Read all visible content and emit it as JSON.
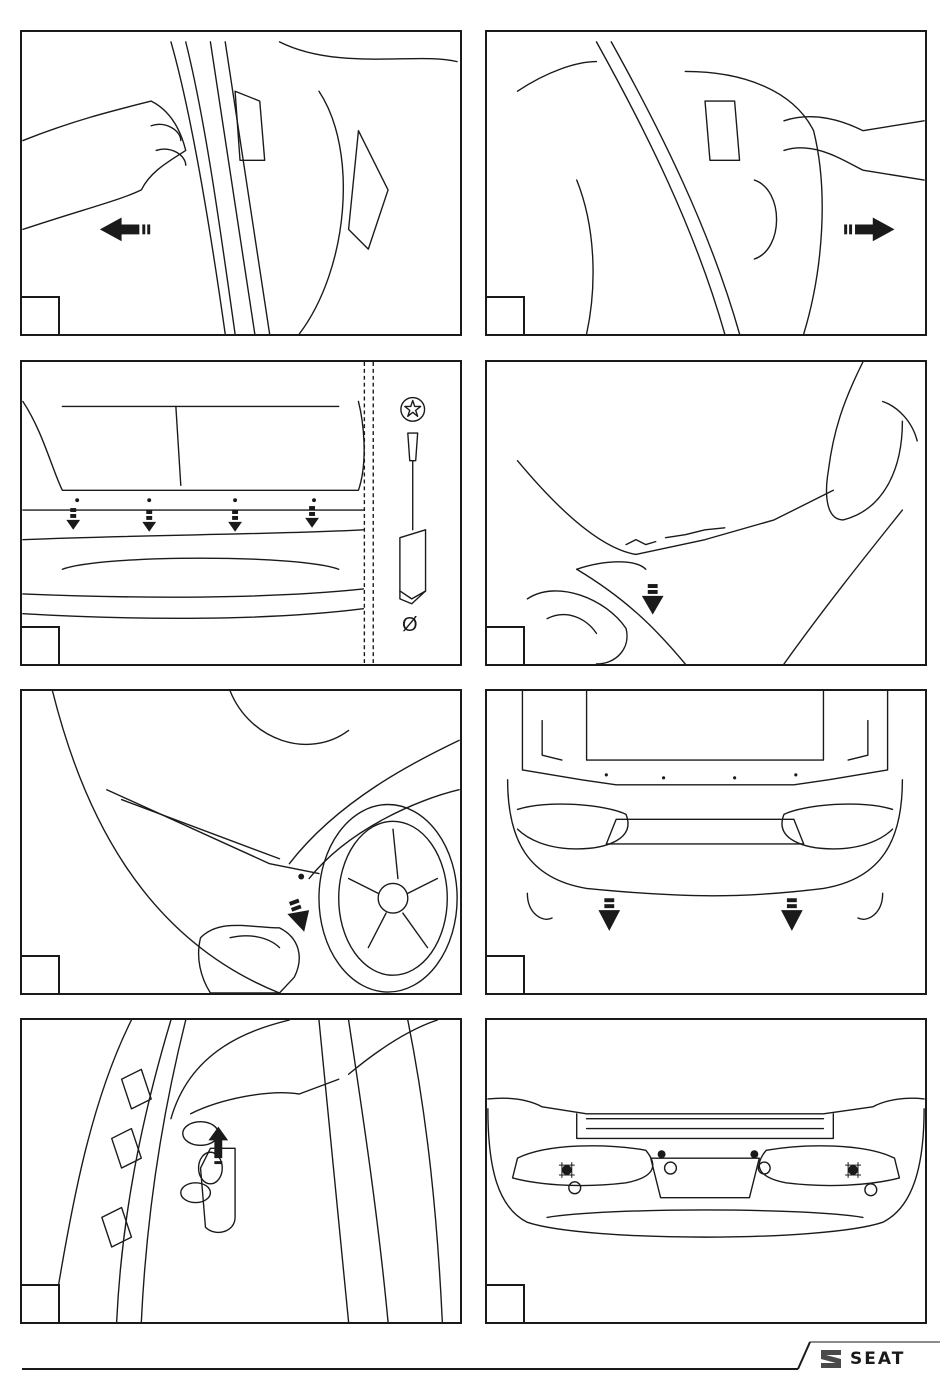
{
  "brand": {
    "name": "SEAT",
    "logo_icon": "seat-s-logo-icon"
  },
  "panels": [
    {
      "id": 1,
      "step": "",
      "content_icon": "bumper-corner-pull-left-illustration"
    },
    {
      "id": 2,
      "step": "",
      "content_icon": "bumper-corner-pull-right-illustration"
    },
    {
      "id": 3,
      "step": "",
      "content_icon": "bumper-screws-removal-illustration",
      "tool_icon": "torx-screwdriver-icon",
      "tool_symbol": "Ø"
    },
    {
      "id": 4,
      "step": "",
      "content_icon": "bumper-unclip-left-illustration"
    },
    {
      "id": 5,
      "step": "",
      "content_icon": "bumper-unclip-right-illustration"
    },
    {
      "id": 6,
      "step": "",
      "content_icon": "bumper-pull-down-illustration"
    },
    {
      "id": 7,
      "step": "",
      "content_icon": "sensor-connector-illustration"
    },
    {
      "id": 8,
      "step": "",
      "content_icon": "bumper-rear-view-illustration"
    }
  ]
}
